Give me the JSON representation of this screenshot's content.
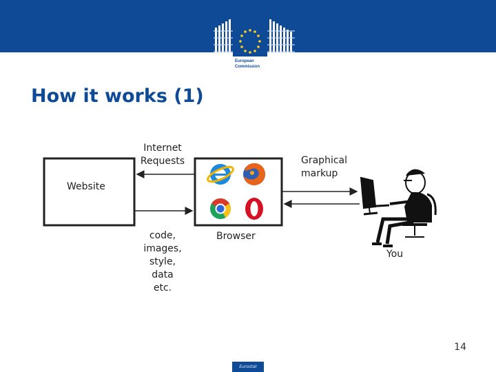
{
  "header": {
    "logo_text_line1": "European",
    "logo_text_line2": "Commission",
    "brand_color": "#0f4a96"
  },
  "slide": {
    "title": "How it works (1)",
    "page_number": "14"
  },
  "diagram": {
    "website_label": "Website",
    "requests_label_line1": "Internet",
    "requests_label_line2": "Requests",
    "response_label_lines": [
      "code,",
      "images,",
      "style,",
      "data",
      "etc."
    ],
    "browser_label": "Browser",
    "markup_label_line1": "Graphical",
    "markup_label_line2": "markup",
    "user_label": "You",
    "browser_icons": [
      "internet-explorer-icon",
      "firefox-icon",
      "chrome-icon",
      "opera-icon"
    ]
  },
  "footer": {
    "logo_text": "Eurostat"
  }
}
